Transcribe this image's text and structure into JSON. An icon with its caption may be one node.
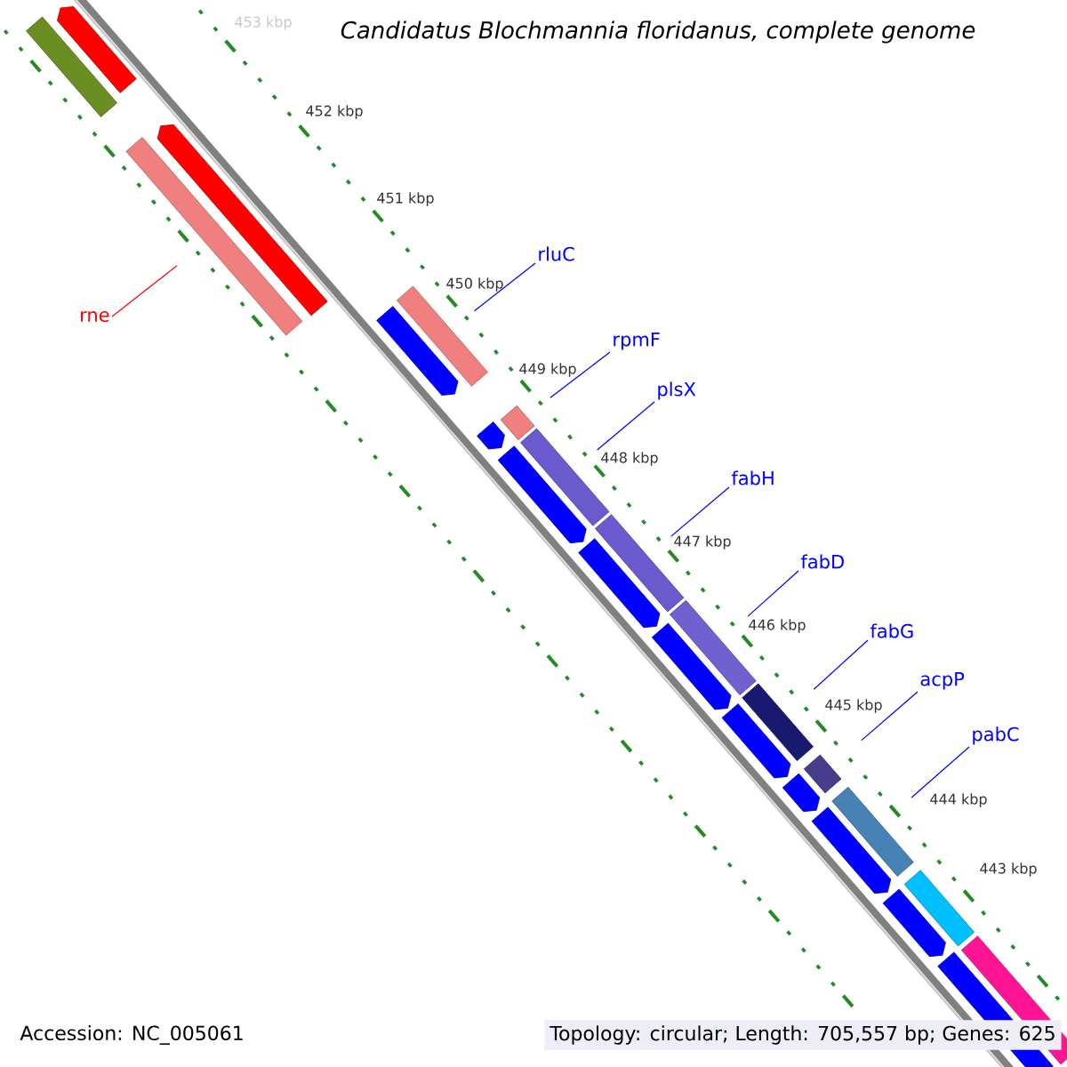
{
  "diagram": {
    "title": "Candidatus Blochmannia floridanus, complete genome",
    "nodes": [
      {
        "text": [
          "rne"
        ]
      },
      {
        "text": [
          "rluC"
        ]
      },
      {
        "text": [
          "rpmF"
        ]
      },
      {
        "text": [
          "plsX"
        ]
      },
      {
        "text": [
          "fabH"
        ]
      },
      {
        "text": [
          "fabD"
        ]
      },
      {
        "text": [
          "fabG"
        ]
      },
      {
        "text": [
          "acpP"
        ]
      },
      {
        "text": [
          "pabC"
        ]
      },
      {
        "text": [],
        "shape": "bar"
      },
      {
        "text": [],
        "shape": "arrow"
      },
      {
        "text": [],
        "shape": "bar"
      },
      {
        "text": [],
        "shape": "arrow"
      },
      {
        "text": [],
        "shape": "bar"
      },
      {
        "text": [],
        "shape": "arrow"
      },
      {
        "text": [],
        "shape": "bar"
      },
      {
        "text": [],
        "shape": "arrow"
      },
      {
        "text": [],
        "shape": "bar"
      },
      {
        "text": [],
        "shape": "arrow"
      },
      {
        "text": [],
        "shape": "bar"
      },
      {
        "text": [],
        "shape": "arrow"
      },
      {
        "text": [],
        "shape": "bar"
      },
      {
        "text": [],
        "shape": "arrow"
      },
      {
        "text": [],
        "shape": "bar"
      },
      {
        "text": [],
        "shape": "arrow"
      },
      {
        "text": [],
        "shape": "bar"
      },
      {
        "text": [],
        "shape": "arrow"
      },
      {
        "text": [],
        "shape": "bar"
      },
      {
        "text": [],
        "shape": "arrow"
      },
      {
        "text": [],
        "shape": "bar"
      },
      {
        "text": [],
        "shape": "arrow"
      },
      {
        "text": [],
        "shape": "bar"
      },
      {
        "text": [],
        "shape": "arrow"
      }
    ],
    "edges": [
      {
        "from": 0,
        "to": 11,
        "arrow": "none",
        "color": "#ff0000"
      },
      {
        "from": 1,
        "to": 13,
        "arrow": "none"
      },
      {
        "from": 2,
        "to": 15,
        "arrow": "none"
      },
      {
        "from": 3,
        "to": 17,
        "arrow": "none"
      },
      {
        "from": 4,
        "to": 19,
        "arrow": "none"
      },
      {
        "from": 5,
        "to": 21,
        "arrow": "none"
      },
      {
        "from": 6,
        "to": 23,
        "arrow": "none"
      },
      {
        "from": 7,
        "to": 25,
        "arrow": "none"
      },
      {
        "from": 8,
        "to": 27,
        "arrow": "none"
      }
    ],
    "labels": [
      "453 kbp",
      "452 kbp",
      "451 kbp",
      "450 kbp",
      "449 kbp",
      "448 kbp",
      "447 kbp",
      "446 kbp",
      "445 kbp",
      "444 kbp",
      "443 kbp",
      "Accession: NC_005061",
      "Topology: circular; Length: 705,557 bp; Genes: 625"
    ]
  }
}
